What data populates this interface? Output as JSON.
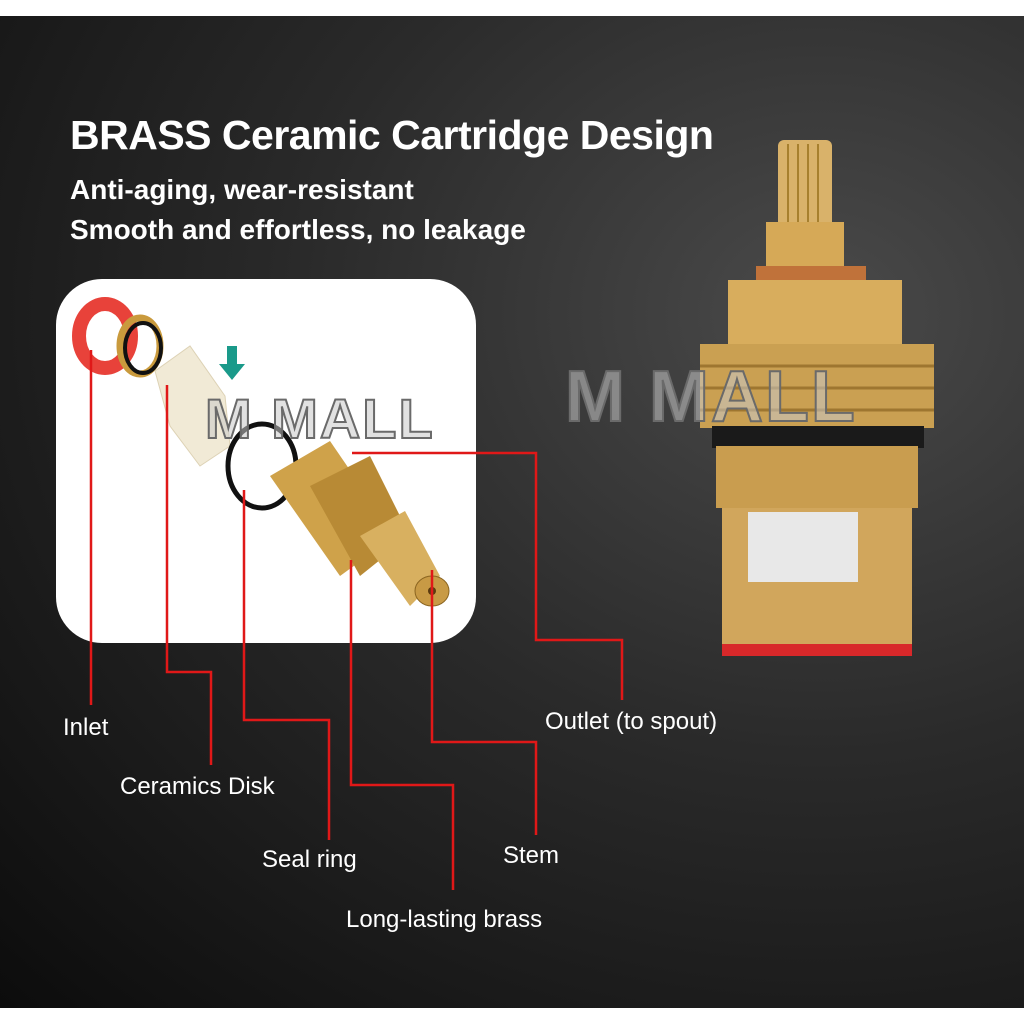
{
  "header": {
    "title": "BRASS Ceramic Cartridge Design",
    "subtitle_1": "Anti-aging, wear-resistant",
    "subtitle_2": "Smooth and effortless, no leakage"
  },
  "watermark": "M MALL",
  "labels": {
    "inlet": "Inlet",
    "ceramics_disk": "Ceramics Disk",
    "seal_ring": "Seal ring",
    "brass": "Long-lasting brass",
    "stem": "Stem",
    "outlet": "Outlet (to spout)"
  },
  "colors": {
    "leader_line": "#e01818",
    "brass": "#d4a64a",
    "arrow": "#1a9a8a"
  }
}
